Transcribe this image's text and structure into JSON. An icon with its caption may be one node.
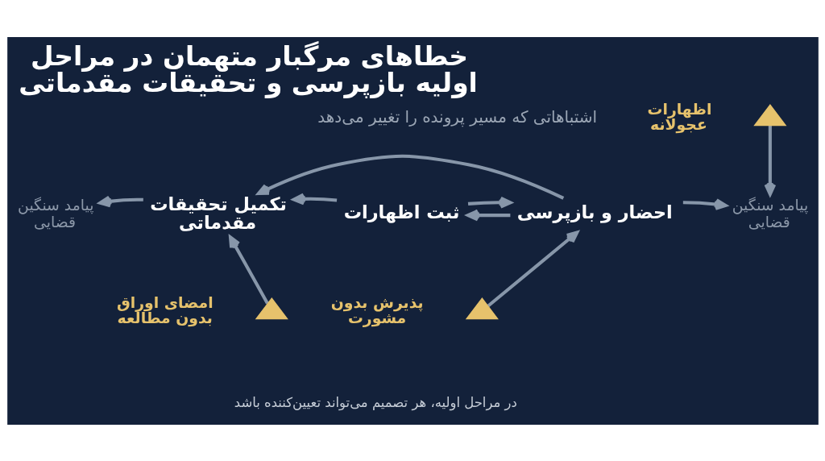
{
  "diagram": {
    "title": "خطاهای مرگبار متهمان در مراحل اولیه بازپرسی و تحقیقات مقدماتی",
    "caption": "در مراحل اولیه، هر تصمیم می‌تواند تعیین‌کننده باشد",
    "nodes": [
      {
        "text": [
          "احضار و بازپرسی"
        ]
      },
      {
        "text": [
          "ثبت اظهارات"
        ]
      },
      {
        "text": [
          "تکمیل تحقیقات مقدماتی"
        ]
      },
      {
        "text": [
          "پیامد سنگین قضایی"
        ]
      },
      {
        "text": [
          "پیامد سنگین قضایی"
        ]
      },
      {
        "text": [],
        "shape": "triangle",
        "beside": [
          "اظهارات عجولانه"
        ]
      },
      {
        "text": [],
        "shape": "triangle",
        "beside": [
          "پذیرش بدون مشورت"
        ]
      },
      {
        "text": [],
        "shape": "triangle",
        "beside": [
          "امضای اوراق بدون مطالعه"
        ]
      }
    ],
    "edges": [
      {
        "from": 0,
        "to": 1,
        "arrow": "to"
      },
      {
        "from": 0,
        "to": 2,
        "arrow": "to"
      },
      {
        "from": 0,
        "to": 3,
        "arrow": "to"
      },
      {
        "from": 5,
        "to": 3,
        "arrow": "to"
      },
      {
        "from": 1,
        "to": 0,
        "arrow": "to"
      },
      {
        "from": 6,
        "to": 0,
        "arrow": "to"
      },
      {
        "from": 1,
        "to": 2,
        "arrow": "to"
      },
      {
        "from": 7,
        "to": 2,
        "arrow": "to"
      },
      {
        "from": 2,
        "to": 4,
        "arrow": "to"
      }
    ],
    "labels": [
      "اشتباهاتی که مسیر پرونده را تغییر می‌دهد"
    ]
  }
}
